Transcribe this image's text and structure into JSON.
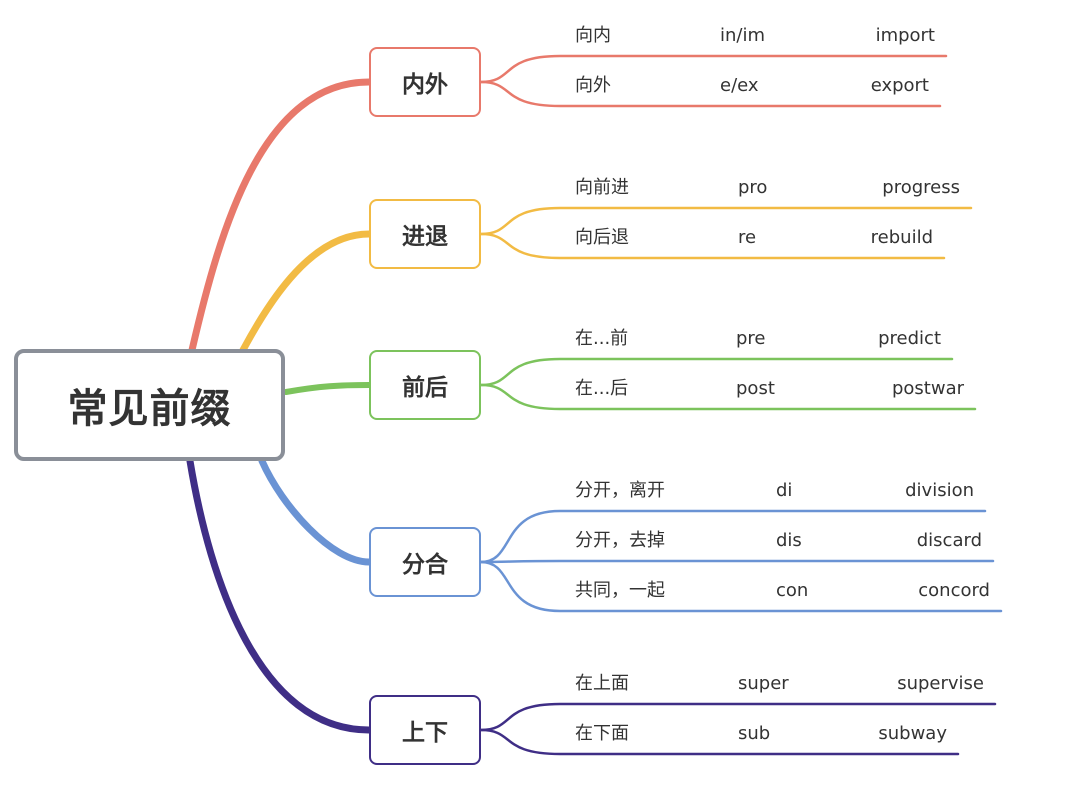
{
  "root": {
    "label": "常见前缀",
    "border_color": "#8a8f98"
  },
  "branches": [
    {
      "label": "内外",
      "color": "#e8796b",
      "items": [
        {
          "meaning": "向内",
          "prefix": "in/im",
          "example": "import"
        },
        {
          "meaning": "向外",
          "prefix": "e/ex",
          "example": "export"
        }
      ]
    },
    {
      "label": "进退",
      "color": "#f2bb44",
      "items": [
        {
          "meaning": "向前进",
          "prefix": "pro",
          "example": "progress"
        },
        {
          "meaning": "向后退",
          "prefix": "re",
          "example": "rebuild"
        }
      ]
    },
    {
      "label": "前后",
      "color": "#7cc35c",
      "items": [
        {
          "meaning": "在...前",
          "prefix": "pre",
          "example": "predict"
        },
        {
          "meaning": "在...后",
          "prefix": "post",
          "example": "postwar"
        }
      ]
    },
    {
      "label": "分合",
      "color": "#6a93d4",
      "items": [
        {
          "meaning": "分开，离开",
          "prefix": "di",
          "example": "division"
        },
        {
          "meaning": "分开，去掉",
          "prefix": "dis",
          "example": "discard"
        },
        {
          "meaning": "共同，一起",
          "prefix": "con",
          "example": "concord"
        }
      ]
    },
    {
      "label": "上下",
      "color": "#3f2e86",
      "items": [
        {
          "meaning": "在上面",
          "prefix": "super",
          "example": "supervise"
        },
        {
          "meaning": "在下面",
          "prefix": "sub",
          "example": "subway"
        }
      ]
    }
  ]
}
